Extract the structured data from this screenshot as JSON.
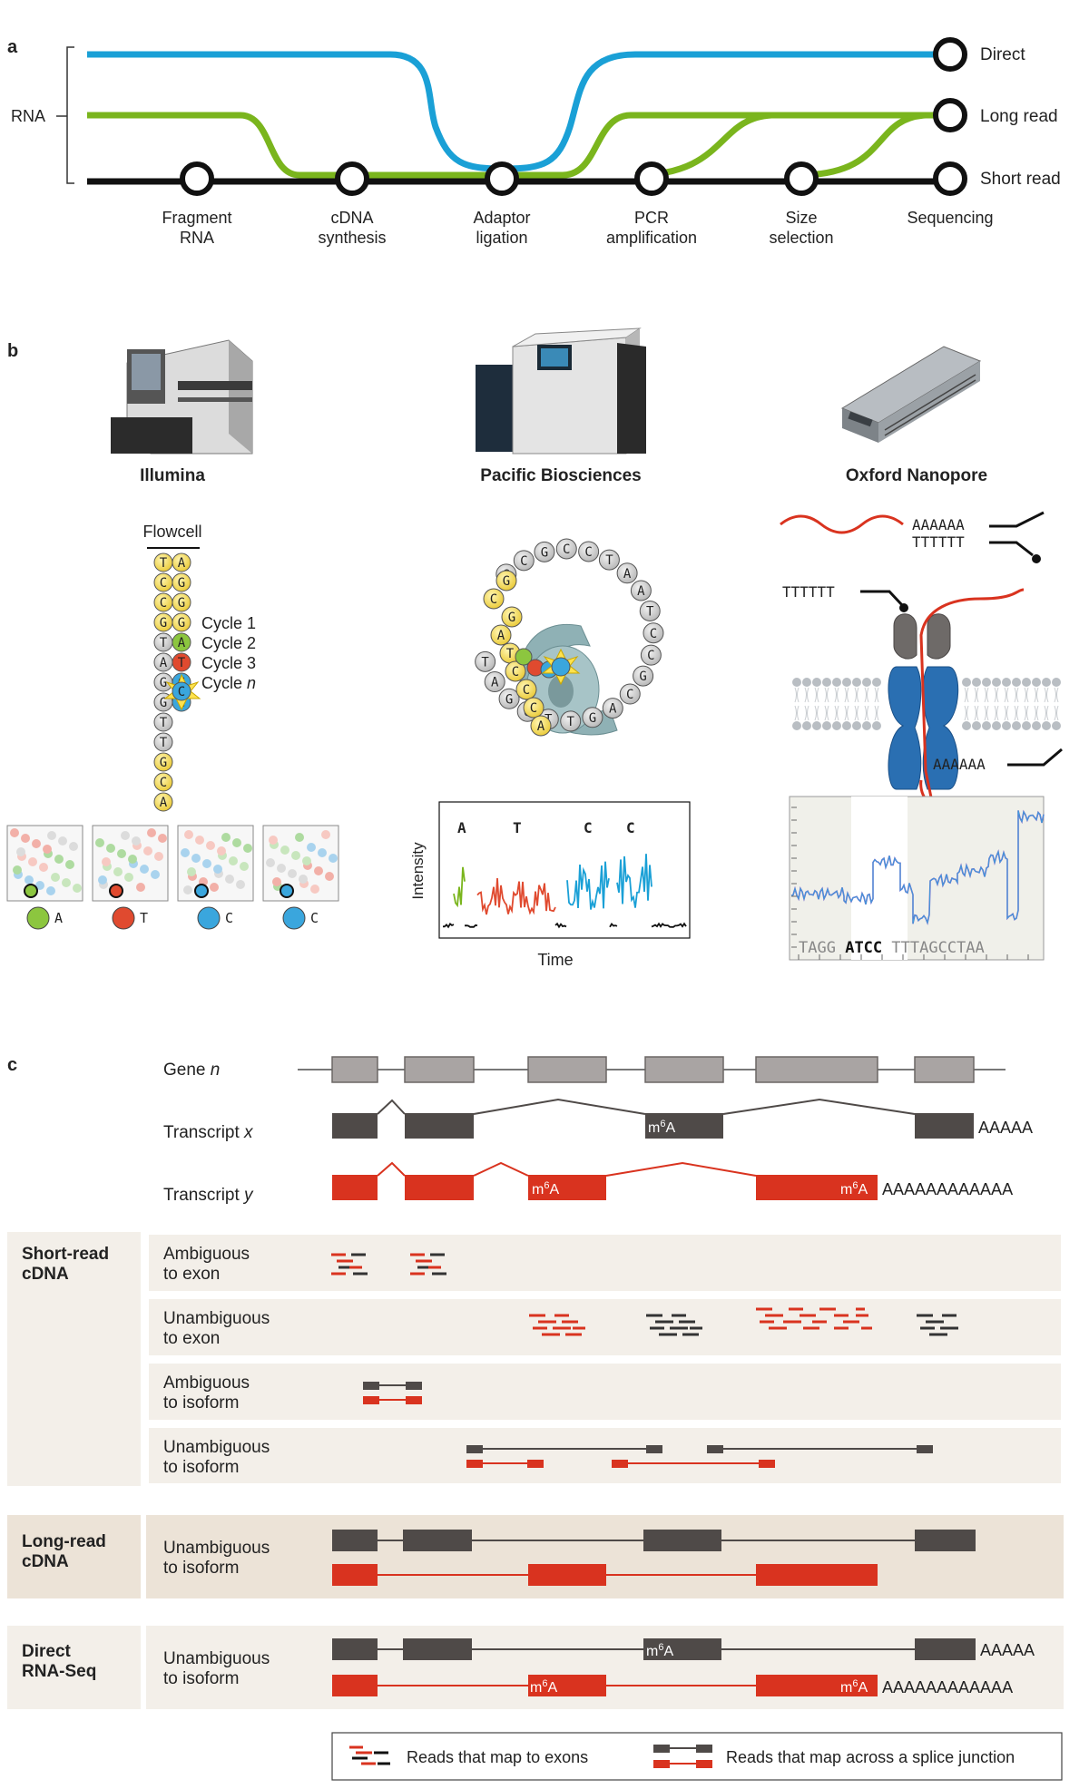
{
  "panel_a": {
    "letter": "a",
    "rna_label": "RNA",
    "outputs": [
      "Direct",
      "Long read",
      "Short read"
    ],
    "steps": [
      {
        "l1": "Fragment",
        "l2": "RNA"
      },
      {
        "l1": "cDNA",
        "l2": "synthesis"
      },
      {
        "l1": "Adaptor",
        "l2": "ligation"
      },
      {
        "l1": "PCR",
        "l2": "amplification"
      },
      {
        "l1": "Size",
        "l2": "selection"
      },
      {
        "l1": "Sequencing",
        "l2": ""
      }
    ]
  },
  "panel_b": {
    "letter": "b",
    "platforms": [
      "Illumina",
      "Pacific Biosciences",
      "Oxford Nanopore"
    ],
    "illumina": {
      "flowcell_label": "Flowcell",
      "strand_left": [
        "T",
        "C",
        "C",
        "G",
        "T",
        "A",
        "G",
        "G",
        "T",
        "T",
        "G",
        "C",
        "A"
      ],
      "strand_right": [
        "A",
        "G",
        "G",
        "G",
        "A",
        "T",
        "C",
        "C"
      ],
      "cycles": [
        "Cycle 1",
        "Cycle 2",
        "Cycle 3",
        "Cycle "
      ],
      "cycle_n": "n",
      "tile_bases": [
        "A",
        "T",
        "C",
        "C"
      ]
    },
    "pacbio": {
      "ring_bases": [
        "G",
        "C",
        "G",
        "C",
        "C",
        "T",
        "A",
        "A",
        "T",
        "C",
        "C",
        "G",
        "C",
        "A",
        "G",
        "T",
        "T",
        "G",
        "G",
        "A",
        "T"
      ],
      "chart_letters": [
        "A",
        "T",
        "C",
        "C"
      ],
      "ylabel": "Intensity",
      "xlabel": "Time"
    },
    "nanopore": {
      "polyA": "AAAAAA",
      "polyT": "TTTTTT",
      "pore_T": "TTTTTT",
      "pore_A": "AAAAAA",
      "seq_left": "TAGG",
      "seq_mid": "ATCC",
      "seq_right": "TTTAGCCTAA"
    }
  },
  "panel_c": {
    "letter": "c",
    "gene_label": "Gene ",
    "gene_n": "n",
    "transcript_x_label": "Transcript ",
    "x_var": "x",
    "transcript_y_label": "Transcript ",
    "y_var": "y",
    "polyA_x": "AAAAA",
    "polyA_y": "AAAAAAAAAAAA",
    "m6a": "m6A",
    "sections": {
      "short_read": "Short-read cDNA",
      "long_read": "Long-read cDNA",
      "direct": "Direct RNA-Seq"
    },
    "rows": {
      "amb_exon": [
        "Ambiguous",
        "to exon"
      ],
      "unamb_exon": [
        "Unambiguous",
        "to exon"
      ],
      "amb_iso": [
        "Ambiguous",
        "to isoform"
      ],
      "unamb_iso": [
        "Unambiguous",
        "to isoform"
      ],
      "long_unamb": [
        "Unambiguous",
        "to isoform"
      ],
      "direct_unamb": [
        "Unambiguous",
        "to isoform"
      ]
    },
    "legend": {
      "exon_reads": "Reads that map to exons",
      "junction_reads": "Reads that map across a splice junction"
    }
  },
  "colors": {
    "blue": "#1aa0d6",
    "green": "#7ab51d",
    "black": "#111111",
    "red": "#d9331f",
    "dark_exon": "#4f4a48",
    "gene_exon": "#a9a4a3",
    "beige": "#f3efe9",
    "beige_dark": "#ece3d7"
  }
}
